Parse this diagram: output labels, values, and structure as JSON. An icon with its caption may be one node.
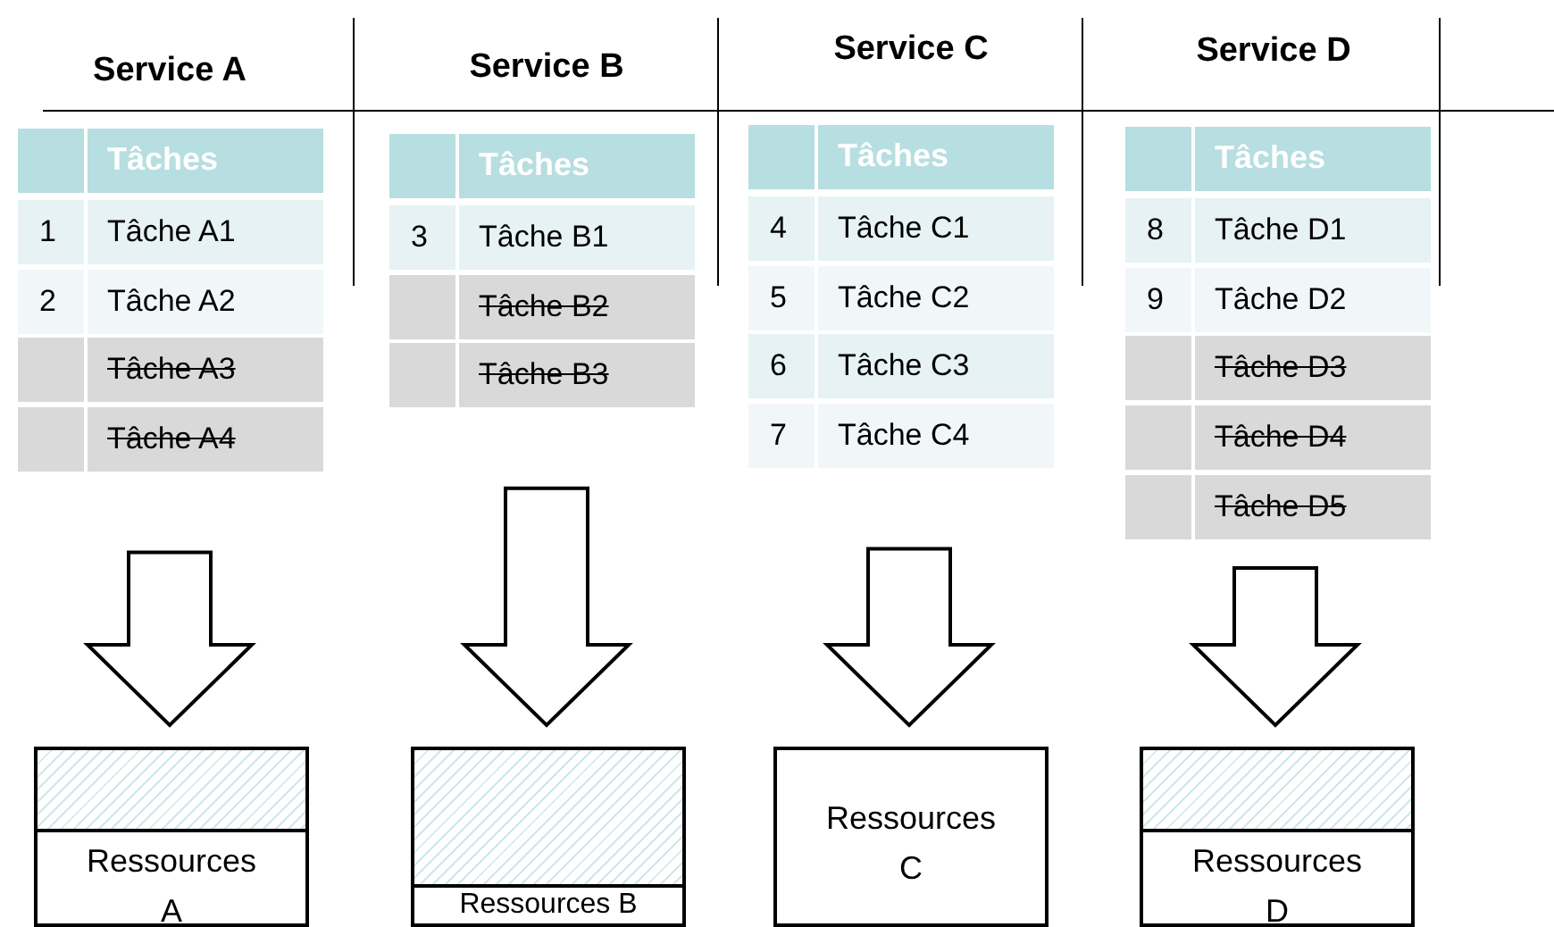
{
  "diagram": {
    "nodes": [
      {
        "text": [
          "Tâches"
        ]
      },
      {
        "text": [
          "1",
          "Tâche A1"
        ],
        "in": 0
      },
      {
        "text": [
          "2",
          "Tâche A2"
        ],
        "in": 0
      },
      {
        "text": [
          "Tâche A3"
        ],
        "in": 0
      },
      {
        "text": [
          "Tâche A4"
        ],
        "in": 0
      },
      {
        "text": [
          "Tâches"
        ]
      },
      {
        "text": [
          "3",
          "Tâche B1"
        ],
        "in": 5
      },
      {
        "text": [
          "Tâche B2"
        ],
        "in": 5
      },
      {
        "text": [
          "Tâche B3"
        ],
        "in": 5
      },
      {
        "text": [
          "Tâches"
        ]
      },
      {
        "text": [
          "4",
          "Tâche C1"
        ],
        "in": 9
      },
      {
        "text": [
          "5",
          "Tâche C2"
        ],
        "in": 9
      },
      {
        "text": [
          "6",
          "Tâche C3"
        ],
        "in": 9
      },
      {
        "text": [
          "7",
          "Tâche C4"
        ],
        "in": 9
      },
      {
        "text": [
          "Tâches"
        ]
      },
      {
        "text": [
          "8",
          "Tâche D1"
        ],
        "in": 14
      },
      {
        "text": [
          "9",
          "Tâche D2"
        ],
        "in": 14
      },
      {
        "text": [
          "Tâche D3"
        ],
        "in": 14
      },
      {
        "text": [
          "Tâche D4"
        ],
        "in": 14
      },
      {
        "text": [
          "Tâche D5"
        ],
        "in": 14
      },
      {
        "text": [
          "Ressources A"
        ]
      },
      {
        "text": [
          "Ressources B"
        ]
      },
      {
        "text": [
          "Ressources C"
        ]
      },
      {
        "text": [
          "Ressources D"
        ]
      }
    ],
    "edges": [
      {
        "from": 0,
        "to": 20,
        "arrow": "to"
      },
      {
        "from": 5,
        "to": 21,
        "arrow": "to"
      },
      {
        "from": 9,
        "to": 22,
        "arrow": "to"
      },
      {
        "from": 14,
        "to": 23,
        "arrow": "to"
      }
    ],
    "labels": [
      "Service A",
      "Service B",
      "Service C",
      "Service D"
    ]
  }
}
